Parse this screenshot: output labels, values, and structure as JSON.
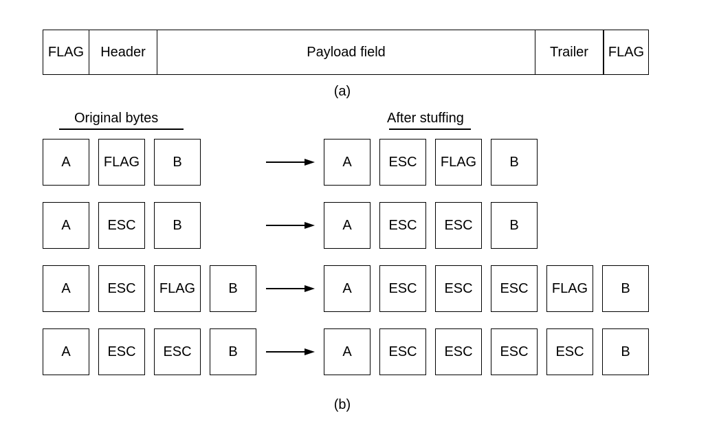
{
  "frame": {
    "fields": [
      "FLAG",
      "Header",
      "Payload field",
      "Trailer",
      "FLAG"
    ]
  },
  "caption_a": "(a)",
  "caption_b": "(b)",
  "headings": {
    "original": "Original bytes",
    "stuffed": "After stuffing"
  },
  "examples": [
    {
      "original": [
        "A",
        "FLAG",
        "B"
      ],
      "stuffed": [
        "A",
        "ESC",
        "FLAG",
        "B"
      ]
    },
    {
      "original": [
        "A",
        "ESC",
        "B"
      ],
      "stuffed": [
        "A",
        "ESC",
        "ESC",
        "B"
      ]
    },
    {
      "original": [
        "A",
        "ESC",
        "FLAG",
        "B"
      ],
      "stuffed": [
        "A",
        "ESC",
        "ESC",
        "ESC",
        "FLAG",
        "B"
      ]
    },
    {
      "original": [
        "A",
        "ESC",
        "ESC",
        "B"
      ],
      "stuffed": [
        "A",
        "ESC",
        "ESC",
        "ESC",
        "ESC",
        "B"
      ]
    }
  ]
}
